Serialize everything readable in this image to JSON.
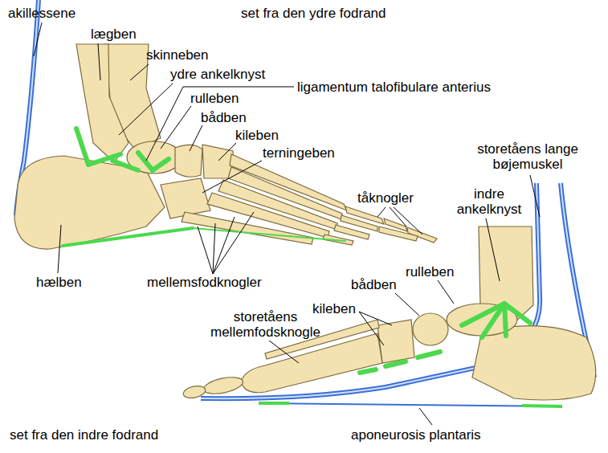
{
  "diagram": {
    "labels": [
      "akillessene",
      "set fra den ydre fodrand",
      "lægben",
      "skinneben",
      "ydre ankelknyst",
      "ligamentum talofibulare anterius",
      "rulleben",
      "bådben",
      "kileben",
      "terningeben",
      "storetåens lange bøjemuskel",
      "tåknogler",
      "indre ankelknyst",
      "rulleben",
      "bådben",
      "hælben",
      "mellemsfodknogler",
      "kileben",
      "storetåens mellemfodsknogle",
      "set fra den indre fodrand",
      "aponeurosis plantaris"
    ]
  }
}
